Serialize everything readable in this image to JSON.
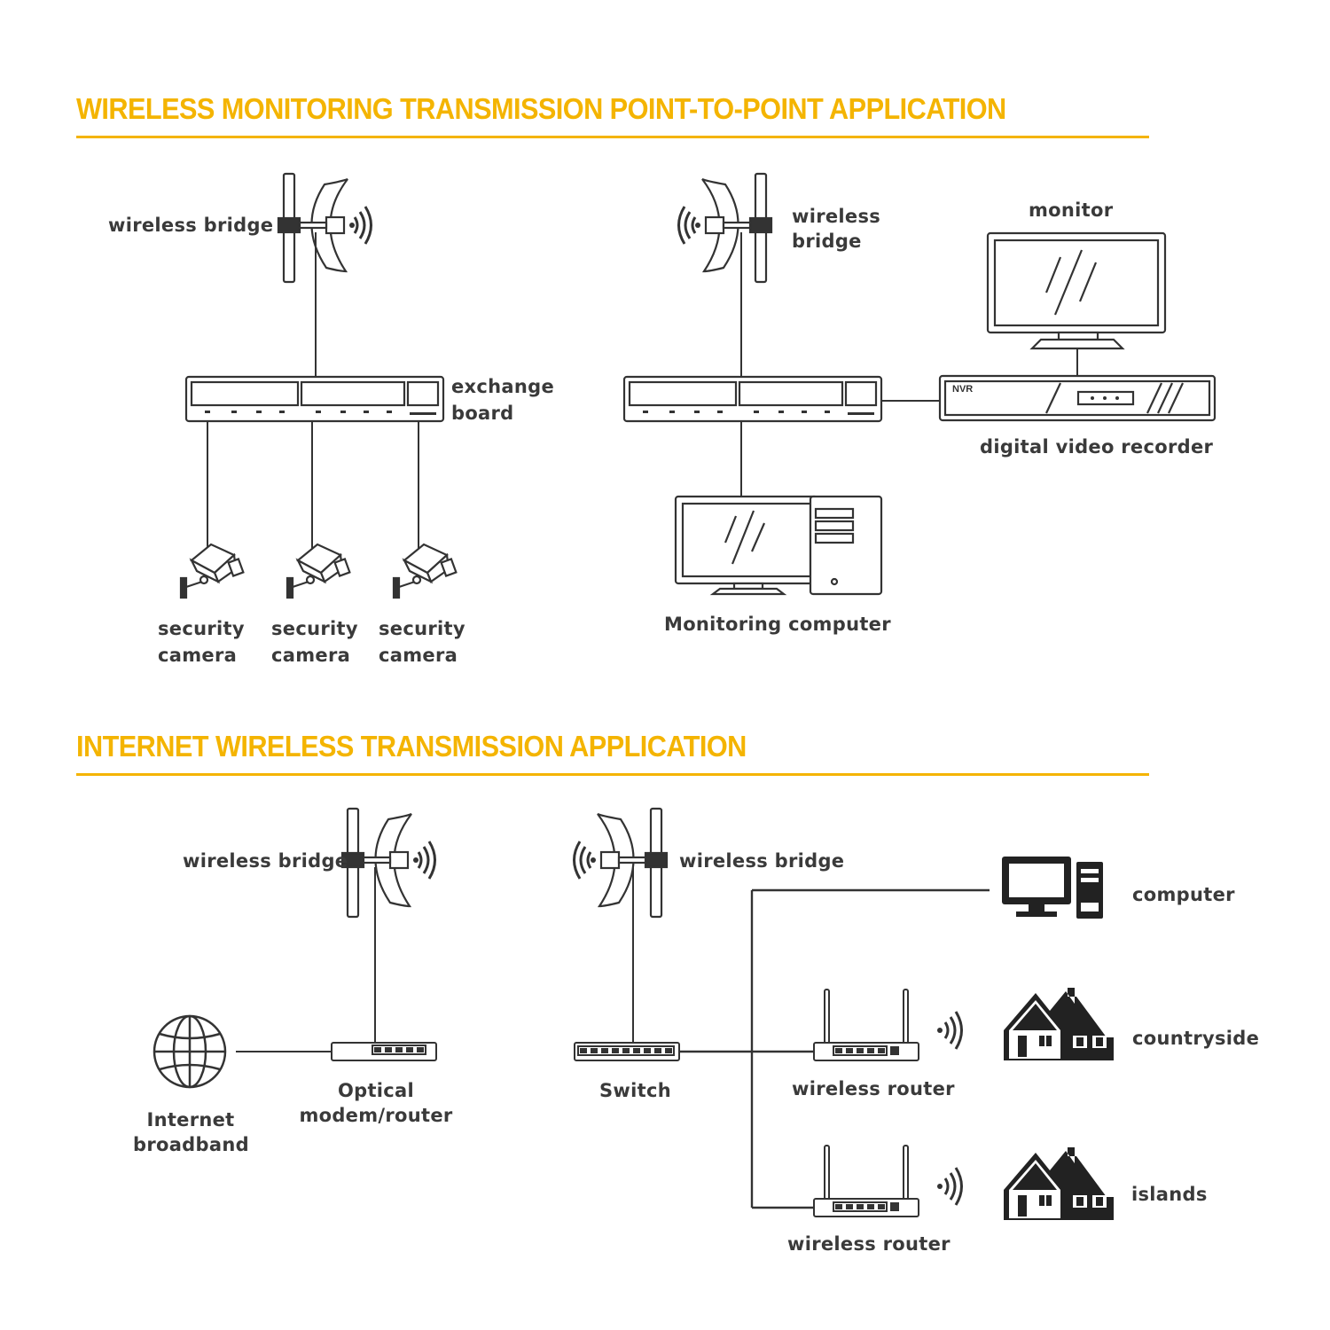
{
  "section1": {
    "title": "WIRELESS MONITORING TRANSMISSION POINT-TO-POINT APPLICATION",
    "left": {
      "bridge_label": "wireless bridge",
      "switch_label_1": "exchange",
      "switch_label_2": "board",
      "cameras": [
        {
          "line1": "security",
          "line2": "camera"
        },
        {
          "line1": "security",
          "line2": "camera"
        },
        {
          "line1": "security",
          "line2": "camera"
        }
      ]
    },
    "right": {
      "bridge_label_1": "wireless",
      "bridge_label_2": "bridge",
      "monitor_label": "monitor",
      "nvr_text": "NVR",
      "recorder_label": "digital video recorder",
      "computer_label": "Monitoring computer"
    }
  },
  "section2": {
    "title": "INTERNET WIRELESS TRANSMISSION APPLICATION",
    "left": {
      "bridge_label": "wireless bridge",
      "internet_label_1": "Internet",
      "internet_label_2": "broadband",
      "modem_label_1": "Optical",
      "modem_label_2": "modem/router"
    },
    "right": {
      "bridge_label": "wireless bridge",
      "switch_label": "Switch",
      "computer_label": "computer",
      "router1_label": "wireless router",
      "router2_label": "wireless router",
      "house1_label": "countryside",
      "house2_label": "islands"
    }
  },
  "colors": {
    "accent": "#F4B400",
    "stroke": "#333333",
    "text": "#3a3a3a"
  }
}
